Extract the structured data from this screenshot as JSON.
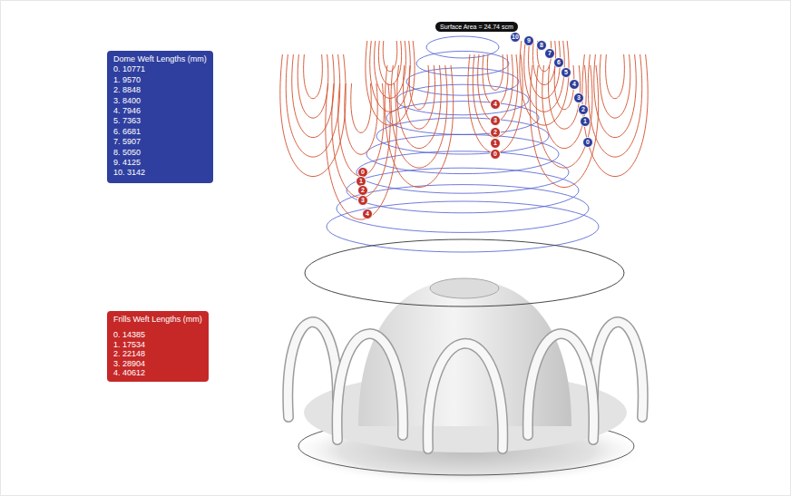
{
  "diagram": {
    "nodes": [
      {
        "text": [
          "Surface Area = 24.74 scm"
        ]
      },
      {
        "text": [
          "Dome Weft Lengths (mm)",
          "0. 10771",
          "1. 9570",
          "2. 8848",
          "3. 8400",
          "4. 7946",
          "5. 7363",
          "6. 6681",
          "7. 5907",
          "8. 5050",
          "9. 4125",
          "10. 3142"
        ]
      },
      {
        "text": [
          "10"
        ]
      },
      {
        "text": [
          "9"
        ]
      },
      {
        "text": [
          "8"
        ]
      },
      {
        "text": [
          "7"
        ]
      },
      {
        "text": [
          "6"
        ]
      },
      {
        "text": [
          "5"
        ]
      },
      {
        "text": [
          "4"
        ]
      },
      {
        "text": [
          "3"
        ]
      },
      {
        "text": [
          "2"
        ]
      },
      {
        "text": [
          "1"
        ]
      },
      {
        "text": [
          "0"
        ]
      },
      {
        "text": [
          "4"
        ]
      },
      {
        "text": [
          "3"
        ]
      },
      {
        "text": [
          "2"
        ]
      },
      {
        "text": [
          "1"
        ]
      },
      {
        "text": [
          "0"
        ]
      },
      {
        "text": [
          "0"
        ]
      },
      {
        "text": [
          "1"
        ]
      },
      {
        "text": [
          "2"
        ]
      },
      {
        "text": [
          "3"
        ]
      },
      {
        "text": [
          "4"
        ]
      },
      {
        "text": [
          "Frills Weft Lengths (mm)",
          "0. 14385",
          "1. 17534",
          "2. 22148",
          "3. 28904",
          "4. 40612"
        ]
      }
    ]
  }
}
